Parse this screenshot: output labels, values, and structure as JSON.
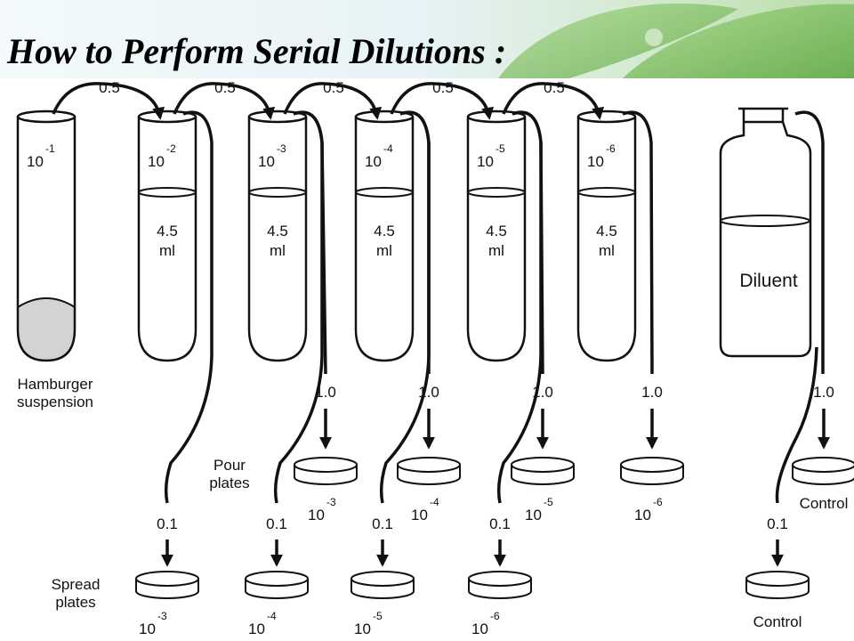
{
  "title": "How to Perform Serial Dilutions :",
  "transfer_volume": "0.5",
  "tube_volume": "4.5",
  "tube_volume_unit": "ml",
  "pour_volume": "1.0",
  "spread_volume": "0.1",
  "base": "10",
  "hamburger_label": [
    "Hamburger",
    "suspension"
  ],
  "pour_label": [
    "Pour",
    "plates"
  ],
  "spread_label": [
    "Spread",
    "plates"
  ],
  "diluent_label": "Diluent",
  "control_label": "Control",
  "tube_exponents": [
    "-1",
    "-2",
    "-3",
    "-4",
    "-5",
    "-6"
  ],
  "pour_exponents": [
    "-3",
    "-4",
    "-5",
    "-6"
  ],
  "spread_exponents": [
    "-3",
    "-4",
    "-5",
    "-6"
  ],
  "colors": {
    "banner_left": "#eaf5f7",
    "banner_right": "#7dbf5c",
    "sediment": "#d3d3d3"
  }
}
